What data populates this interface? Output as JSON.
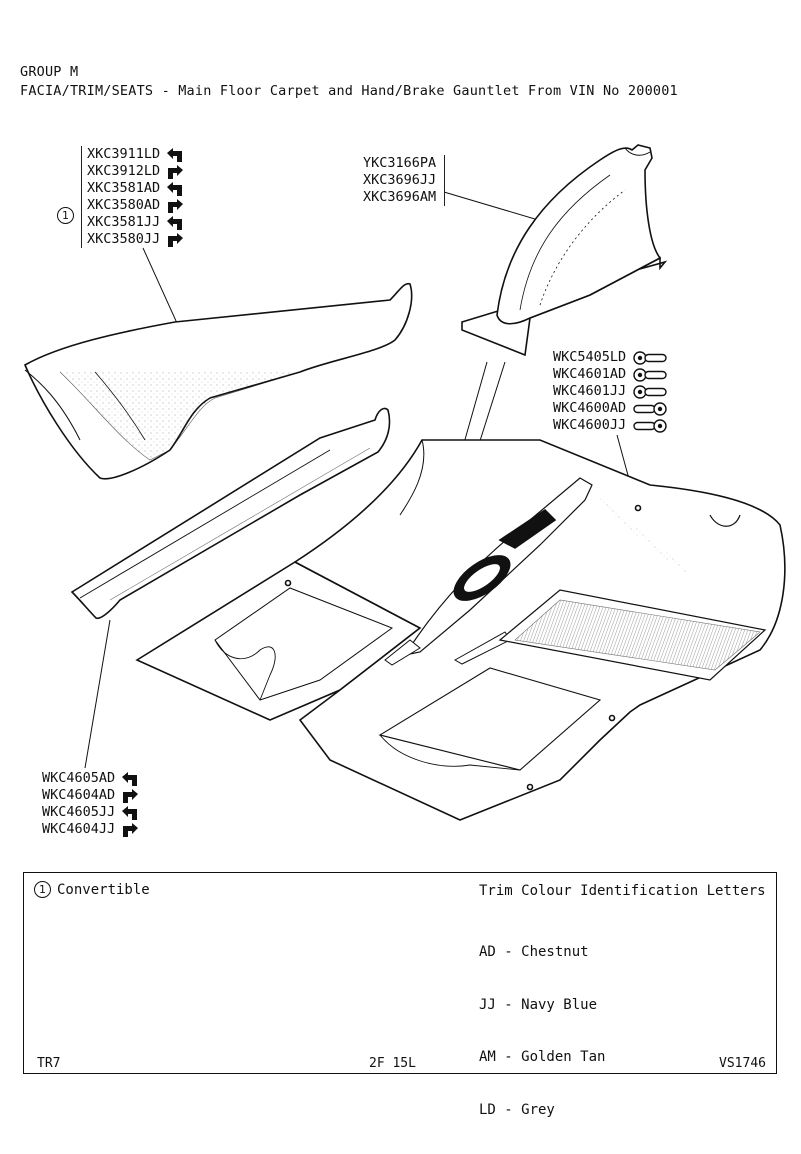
{
  "header": {
    "group": "GROUP M",
    "title": "FACIA/TRIM/SEATS - Main Floor Carpet and Hand/Brake Gauntlet From VIN No 200001"
  },
  "callout_symbol": "1",
  "parts": {
    "sill_carpet_upper": [
      {
        "part": "XKC3911LD",
        "icon": "arrow-left-icon"
      },
      {
        "part": "XKC3912LD",
        "icon": "arrow-right-icon"
      },
      {
        "part": "XKC3581AD",
        "icon": "arrow-left-icon"
      },
      {
        "part": "XKC3580AD",
        "icon": "arrow-right-icon"
      },
      {
        "part": "XKC3581JJ",
        "icon": "arrow-left-icon"
      },
      {
        "part": "XKC3580JJ",
        "icon": "arrow-right-icon"
      }
    ],
    "gauntlet": [
      {
        "part": "YKC3166PA"
      },
      {
        "part": "XKC3696JJ"
      },
      {
        "part": "XKC3696AM"
      }
    ],
    "main_floor_carpet": [
      {
        "part": "WKC5405LD",
        "icon": "fastener-left-icon"
      },
      {
        "part": "WKC4601AD",
        "icon": "fastener-left-icon"
      },
      {
        "part": "WKC4601JJ",
        "icon": "fastener-left-icon"
      },
      {
        "part": "WKC4600AD",
        "icon": "fastener-right-icon"
      },
      {
        "part": "WKC4600JJ",
        "icon": "fastener-right-icon"
      }
    ],
    "sill_carpet_lower": [
      {
        "part": "WKC4605AD",
        "icon": "arrow-left-icon"
      },
      {
        "part": "WKC4604AD",
        "icon": "arrow-right-icon"
      },
      {
        "part": "WKC4605JJ",
        "icon": "arrow-left-icon"
      },
      {
        "part": "WKC4604JJ",
        "icon": "arrow-right-icon"
      }
    ]
  },
  "notes": {
    "convertible": "Convertible",
    "legend_title": "Trim Colour Identification Letters",
    "legend": [
      "AD - Chestnut",
      "JJ - Navy Blue",
      "AM - Golden Tan",
      "LD - Grey"
    ]
  },
  "footer": {
    "model": "TR7",
    "page": "2F 15L",
    "ref": "VS1746"
  }
}
